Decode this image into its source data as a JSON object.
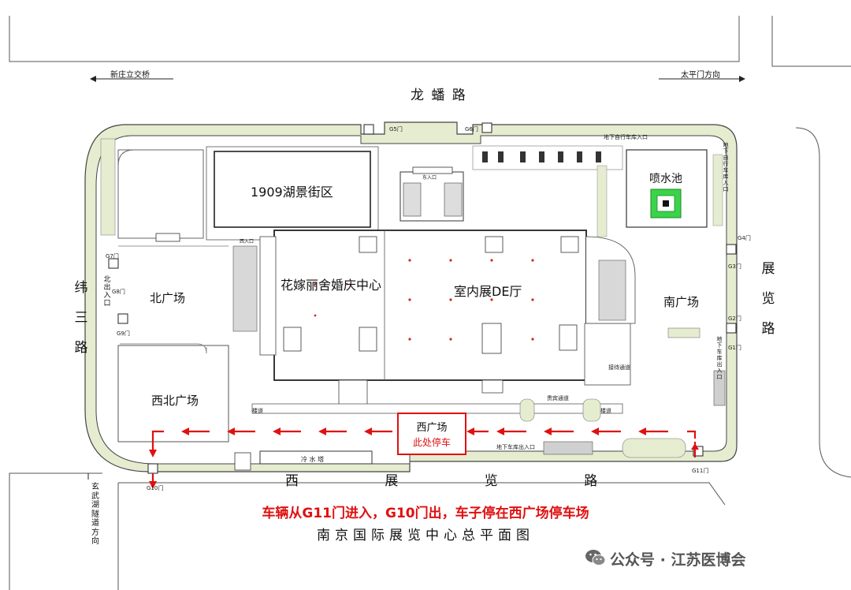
{
  "map": {
    "roads": {
      "north": "龙 蟠 路",
      "west": "纬三路",
      "east": "展览路",
      "south": "西 展 览 路"
    },
    "directions": {
      "north_left": "新庄立交桥",
      "north_right": "太平门方向",
      "south_left": "玄武湖隧道方向"
    },
    "zones": {
      "block_1909": "1909湖景街区",
      "wedding": "花嫁丽舍婚庆中心",
      "hall_de": "室内展DE厅",
      "fountain": "喷水池",
      "north_plaza": "北广场",
      "south_plaza": "南广场",
      "northwest_plaza": "西北广场"
    },
    "entrances": {
      "north_gate": "北出入口",
      "east_gate": "地下车库出入口",
      "east_bike": "地下自行车库入口",
      "north_bike": "地下自行车库入口",
      "south_gate": "地下车库出入口",
      "reception": "接待通道",
      "vip": "贵宾通道"
    },
    "gates": [
      "G7门",
      "G8门",
      "G9门",
      "G5门",
      "G6门",
      "G4门",
      "G3门",
      "G2门",
      "G1门",
      "G11门",
      "G10门"
    ],
    "labels": {
      "pool": "冷 水 塔",
      "corridor_w": "楼道",
      "corridor_e": "楼道",
      "entry_1": "东入口",
      "entry_2": "西入口"
    },
    "callout": {
      "title": "西广场",
      "subtitle": "此处停车"
    },
    "notice": "车辆从G11门进入，G10门出，车子停在西广场停车场",
    "plan_title": "南京国际展览中心总平面图",
    "watermark": "公众号 · 江苏医博会",
    "colors": {
      "accent": "#e01010",
      "green_belt": "#e6ecd0",
      "fountain": "#3ad34a"
    }
  }
}
